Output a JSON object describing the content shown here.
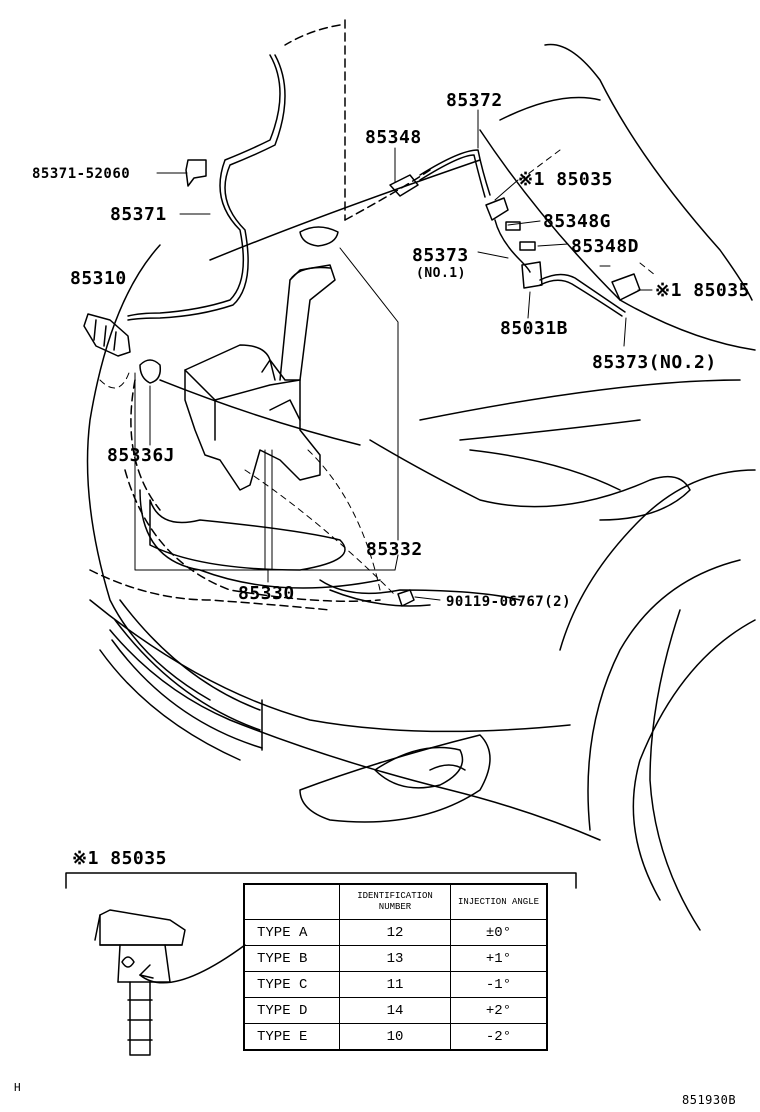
{
  "labels": {
    "p85371_52060": "85371-52060",
    "p85371": "85371",
    "p85310": "85310",
    "p85348": "85348",
    "p85372": "85372",
    "p85035_a": "※1 85035",
    "p85348g": "85348G",
    "p85373_no1": "85373",
    "p85373_no1_sub": "(NO.1)",
    "p85348d": "85348D",
    "p85035_b": "※1 85035",
    "p85031b": "85031B",
    "p85373_no2": "85373(NO.2)",
    "p85336j": "85336J",
    "p85332": "85332",
    "p85330": "85330",
    "p90119": "90119-06767(2)"
  },
  "detail": {
    "title": "※1 85035",
    "table": {
      "col_id": "IDENTIFICATION NUMBER",
      "col_angle": "INJECTION ANGLE",
      "rows": [
        {
          "type": "TYPE A",
          "id": "12",
          "angle": "±0°"
        },
        {
          "type": "TYPE B",
          "id": "13",
          "angle": "+1°"
        },
        {
          "type": "TYPE C",
          "id": "11",
          "angle": "-1°"
        },
        {
          "type": "TYPE D",
          "id": "14",
          "angle": "+2°"
        },
        {
          "type": "TYPE E",
          "id": "10",
          "angle": "-2°"
        }
      ]
    }
  },
  "footer": {
    "left_mark": "H",
    "code": "851930B"
  }
}
